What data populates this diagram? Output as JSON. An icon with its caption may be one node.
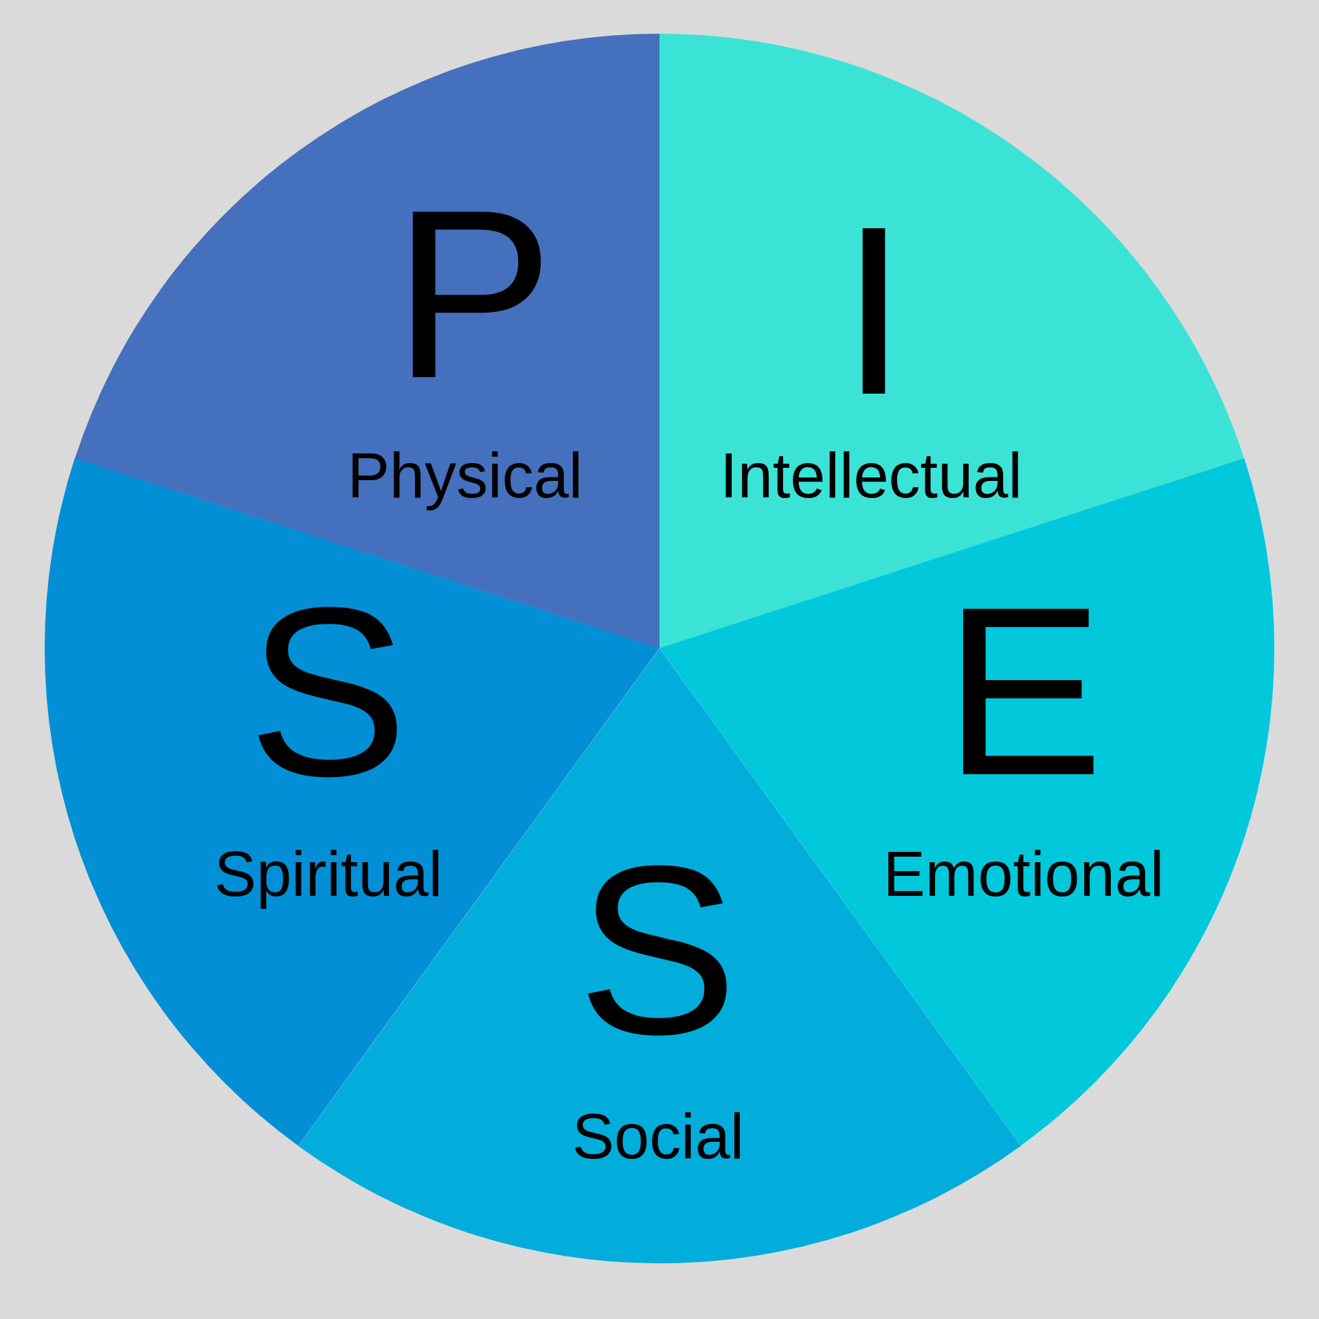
{
  "diagram": {
    "nodes": [
      {
        "text": [
          "P",
          "Physical"
        ]
      },
      {
        "text": [
          "I",
          "Intellectual"
        ]
      },
      {
        "text": [
          "E",
          "Emotional"
        ]
      },
      {
        "text": [
          "S",
          "Social"
        ]
      },
      {
        "text": [
          "S",
          "Spiritual"
        ]
      }
    ]
  }
}
